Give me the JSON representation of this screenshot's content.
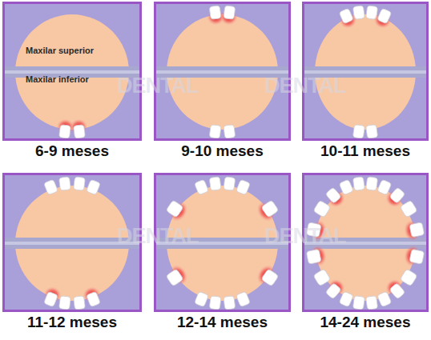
{
  "diagram": {
    "nodes": [
      {
        "text": [
          "6-9 meses"
        ]
      },
      {
        "text": [
          "9-10 meses"
        ]
      },
      {
        "text": [
          "10-11 meses"
        ]
      },
      {
        "text": [
          "11-12 meses"
        ]
      },
      {
        "text": [
          "12-14 meses"
        ]
      },
      {
        "text": [
          "14-24 meses"
        ]
      }
    ],
    "edges": [],
    "labels": [
      "Maxilar superior",
      "Maxilar inferior",
      "DENTAL",
      "DENTAL",
      "DENTAL",
      "DENTAL"
    ]
  }
}
